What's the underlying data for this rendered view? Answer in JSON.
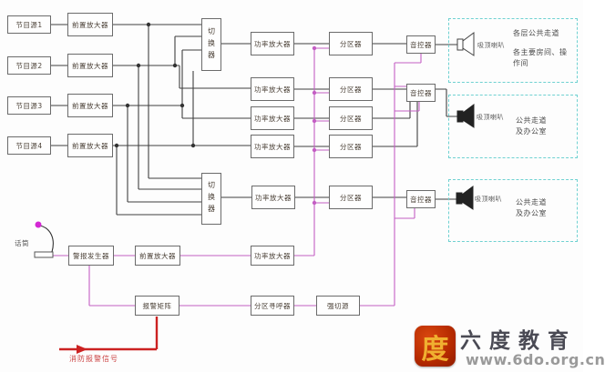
{
  "colors": {
    "wire": "#404040",
    "signal_wire": "#c45ec4",
    "alarm_wire": "#cc2222",
    "zone_border": "#6fd1d1",
    "seal_red": "#b52a00",
    "seal_gold": "#f0b030",
    "brand_text": "#4a4a54",
    "url_text": "#9a9a9a"
  },
  "diagram": {
    "sources": [
      {
        "label": "节目源1"
      },
      {
        "label": "节目源2"
      },
      {
        "label": "节目源3"
      },
      {
        "label": "节目源4"
      }
    ],
    "preamp_label": "前置放大器",
    "switcher_label": "切换器",
    "power_amp_label": "功率放大器",
    "zoner_label": "分区器",
    "volume_ctrl_label": "音控器",
    "speaker_label": "吸顶喇叭",
    "zones": [
      {
        "lines": [
          "各层公共走道",
          "各主要房间、操",
          "作间"
        ]
      },
      {
        "lines": [
          "公共走道",
          "及办公室"
        ]
      },
      {
        "lines": [
          "公共走道",
          "及办公室"
        ]
      }
    ],
    "mic_label": "话筒",
    "alarm_generator_label": "警报发生器",
    "alarm_matrix_label": "报警矩阵",
    "zone_pager_label": "分区寻呼器",
    "forced_power_label": "强切源",
    "fire_signal_label": "消防报警信号"
  },
  "watermark": {
    "brand": "六度教育",
    "url": "www.6do.org.cn",
    "seal_char": "度"
  }
}
